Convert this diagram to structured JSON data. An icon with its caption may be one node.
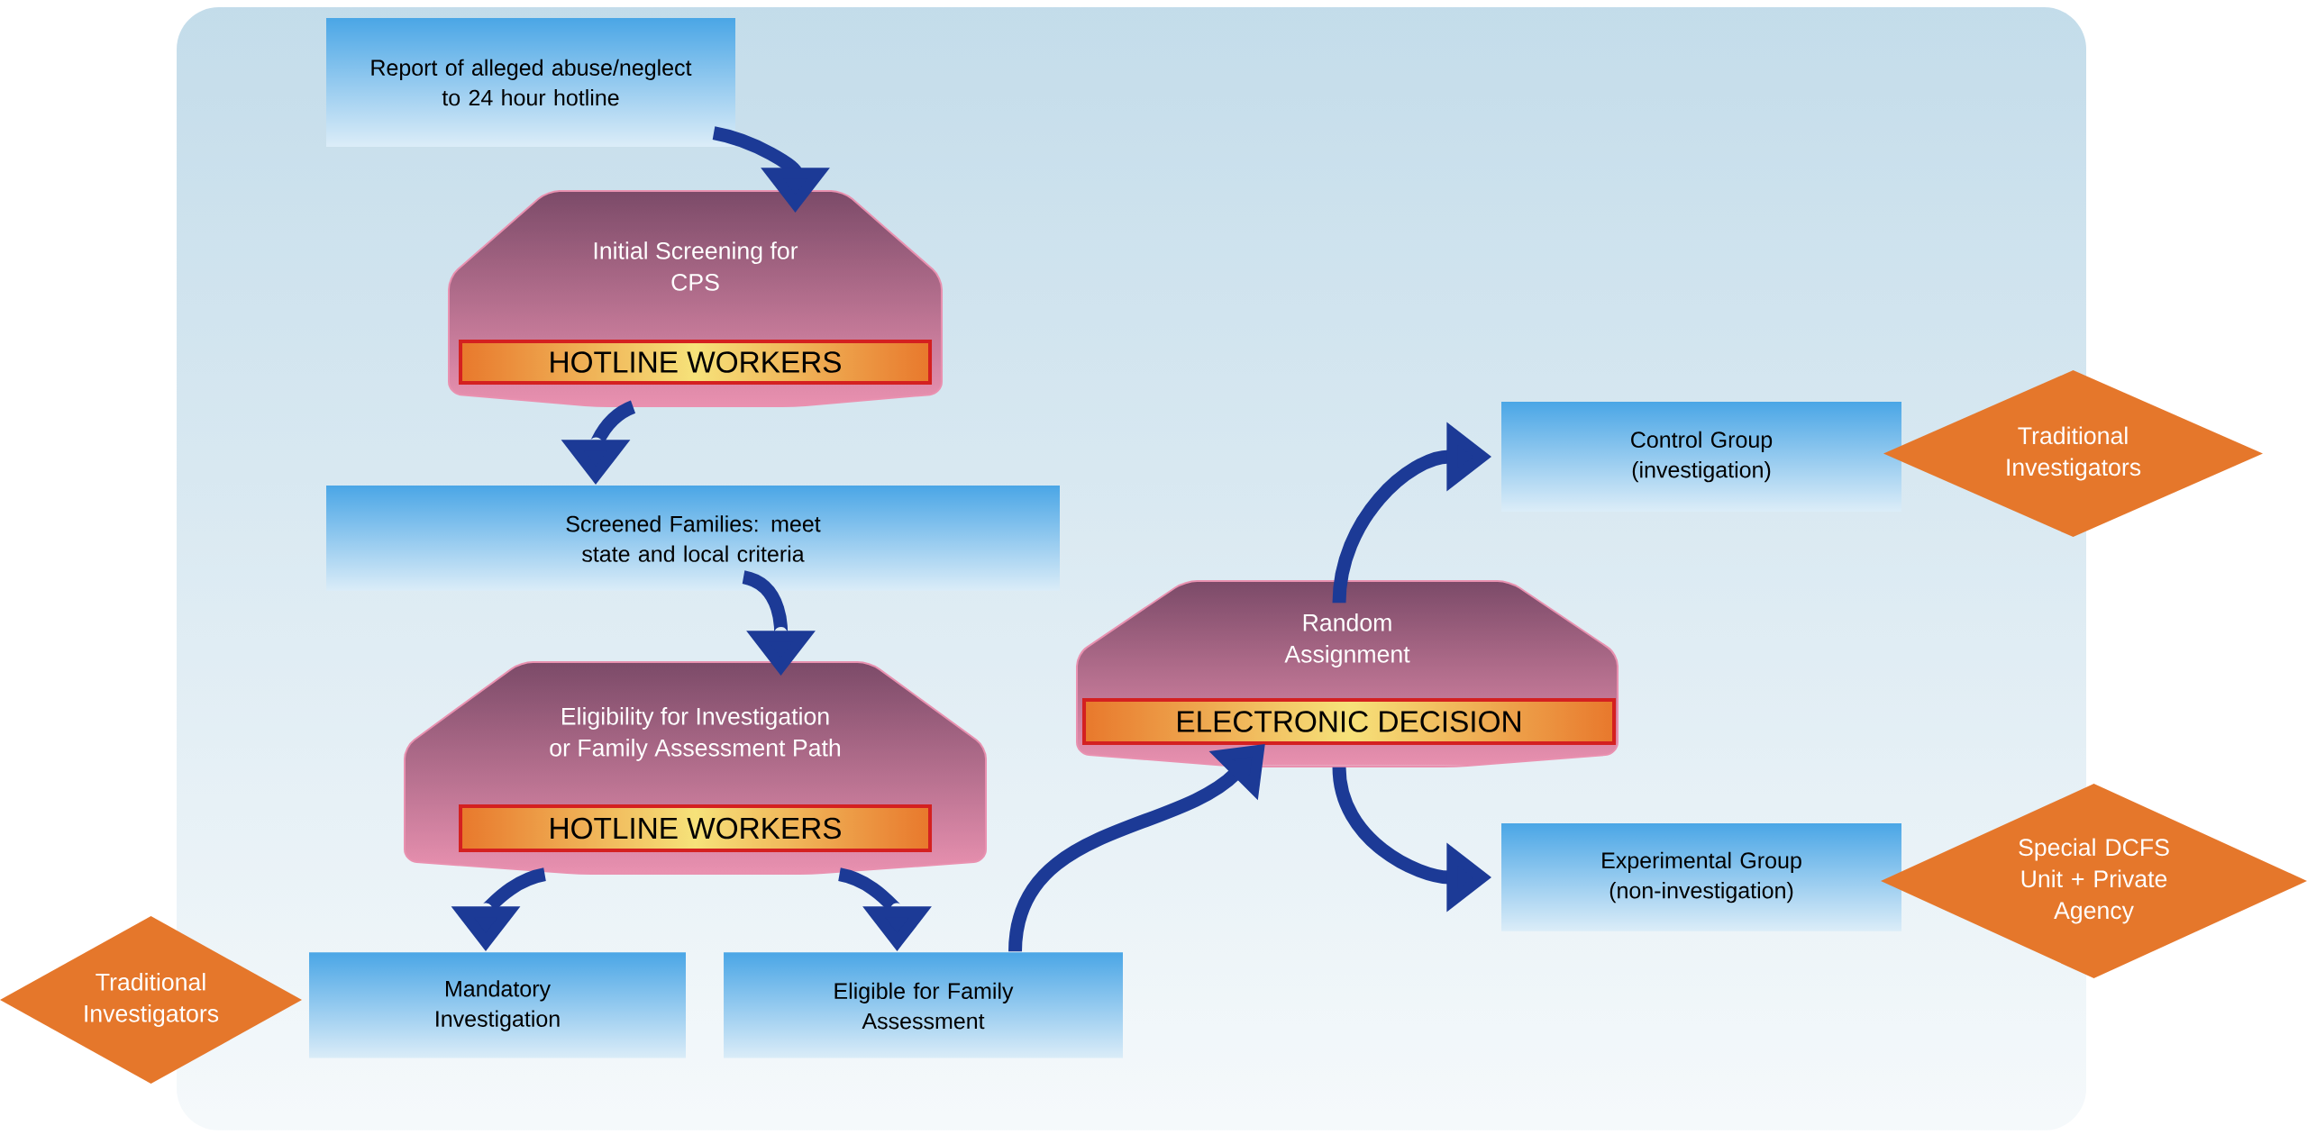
{
  "diagram": {
    "nodes": [
      {
        "text": [
          "Report of alleged abuse/neglect to 24 hour hotline"
        ]
      },
      {
        "text": [
          "Initial Screening for CPS"
        ]
      },
      {
        "text": [
          "HOTLINE WORKERS"
        ],
        "in": 1
      },
      {
        "text": [
          "Screened Families: meet state and local criteria"
        ]
      },
      {
        "text": [
          "Eligibility for Investigation or Family Assessment Path"
        ]
      },
      {
        "text": [
          "HOTLINE WORKERS"
        ],
        "in": 4
      },
      {
        "text": [
          "Mandatory Investigation"
        ]
      },
      {
        "text": [
          "Traditional Investigators"
        ]
      },
      {
        "text": [
          "Eligible for Family Assessment"
        ]
      },
      {
        "text": [
          "Random Assignment"
        ]
      },
      {
        "text": [
          "ELECTRONIC DECISION"
        ],
        "in": 9
      },
      {
        "text": [
          "Control Group (investigation)"
        ]
      },
      {
        "text": [
          "Traditional Investigators"
        ]
      },
      {
        "text": [
          "Experimental Group (non-investigation)"
        ]
      },
      {
        "text": [
          "Special DCFS Unit + Private Agency"
        ]
      }
    ],
    "edges": [
      {
        "from": 0,
        "to": 1,
        "arrow": "to"
      },
      {
        "from": 1,
        "to": 3,
        "arrow": "to"
      },
      {
        "from": 3,
        "to": 4,
        "arrow": "to"
      },
      {
        "from": 4,
        "to": 6,
        "arrow": "to"
      },
      {
        "from": 4,
        "to": 8,
        "arrow": "to"
      },
      {
        "from": 8,
        "to": 9,
        "arrow": "to"
      },
      {
        "from": 9,
        "to": 11,
        "arrow": "to"
      },
      {
        "from": 9,
        "to": 13,
        "arrow": "to"
      }
    ]
  }
}
